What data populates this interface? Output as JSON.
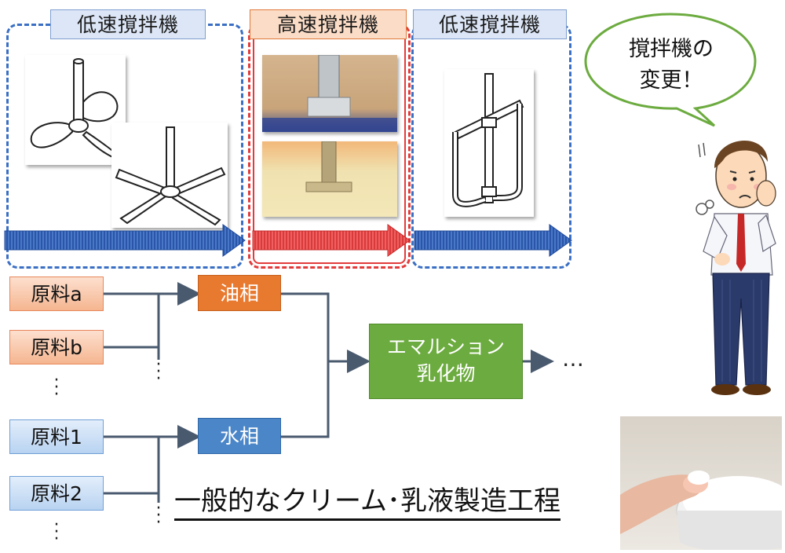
{
  "stages": [
    {
      "label": "低速撹拌機",
      "color": "blue"
    },
    {
      "label": "高速撹拌機",
      "color": "red"
    },
    {
      "label": "低速撹拌機",
      "color": "blue"
    }
  ],
  "oil_materials": [
    "原料a",
    "原料b"
  ],
  "water_materials": [
    "原料1",
    "原料2"
  ],
  "phases": {
    "oil": "油相",
    "water": "水相"
  },
  "emulsion": {
    "line1": "エマルション",
    "line2": "乳化物"
  },
  "continuation": "…",
  "caption": "一般的なクリーム･乳液製造工程",
  "speech_bubble": {
    "line1": "撹拌機の",
    "line2": "変更！"
  },
  "colors": {
    "blue": "#3a6fc4",
    "red": "#e23b3b",
    "oil": "#e87a30",
    "water": "#4a86c8",
    "emulsion": "#6cab3f",
    "connector": "#4a5a6e"
  }
}
